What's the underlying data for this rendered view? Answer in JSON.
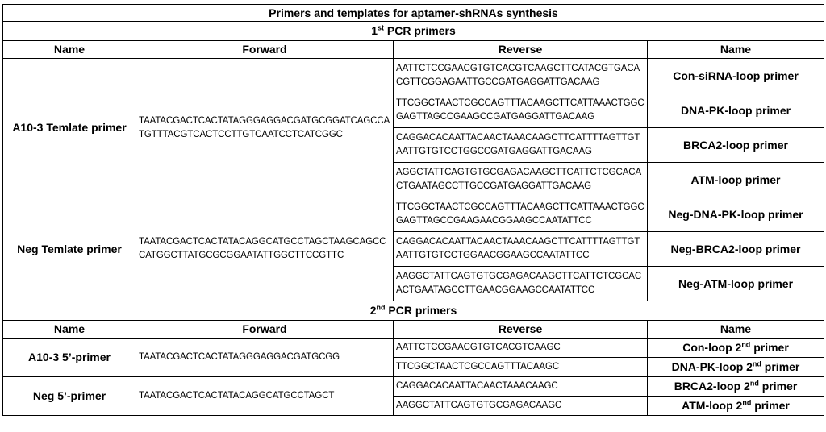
{
  "table": {
    "title": "Primers and templates for aptamer-shRNAs synthesis",
    "headers": [
      "Name",
      "Forward",
      "Reverse",
      "Name"
    ],
    "pcr1": {
      "section_num": "1",
      "section_sup": "st",
      "section_text": " PCR primers",
      "groups": [
        {
          "name": "A10-3 Temlate primer",
          "forward": "TAATACGACTCACTATAGGGAGGACGATGCGGATCAGCCATGTTTACGTCACTCCTTGTCAATCCTCATCGGC",
          "rows": [
            {
              "reverse": "AATTCTCCGAACGTGTCACGTCAAGCTTCATACGTGACACGTTCGGAGAATTGCCGATGAGGATTGACAAG",
              "name": "Con-siRNA-loop primer"
            },
            {
              "reverse": "TTCGGCTAACTCGCCAGTTTACAAGCTTCATTAAACTGGCGAGTTAGCCGAAGCCGATGAGGATTGACAAG",
              "name": "DNA-PK-loop primer"
            },
            {
              "reverse": "CAGGACACAATTACAACTAAACAAGCTTCATTTTAGTTGTAATTGTGTCCTGGCCGATGAGGATTGACAAG",
              "name": "BRCA2-loop primer"
            },
            {
              "reverse": "AGGCTATTCAGTGTGCGAGACAAGCTTCATTCTCGCACACTGAATAGCCTTGCCGATGAGGATTGACAAG",
              "name": "ATM-loop primer"
            }
          ]
        },
        {
          "name": "Neg Temlate primer",
          "forward": "TAATACGACTCACTATACAGGCATGCCTAGCTAAGCAGCCCATGGCTTATGCGCGGAATATTGGCTTCCGTTC",
          "rows": [
            {
              "reverse": "TTCGGCTAACTCGCCAGTTTACAAGCTTCATTAAACTGGCGAGTTAGCCGAAGAACGGAAGCCAATATTCC",
              "name": "Neg-DNA-PK-loop primer"
            },
            {
              "reverse": "CAGGACACAATTACAACTAAACAAGCTTCATTTTAGTTGTAATTGTGTCCTGGAACGGAAGCCAATATTCC",
              "name": "Neg-BRCA2-loop primer"
            },
            {
              "reverse": "AAGGCTATTCAGTGTGCGAGACAAGCTTCATTCTCGCACACTGAATAGCCTTGAACGGAAGCCAATATTCC",
              "name": "Neg-ATM-loop primer"
            }
          ]
        }
      ]
    },
    "pcr2": {
      "section_num": "2",
      "section_sup": "nd",
      "section_text": " PCR primers",
      "groups": [
        {
          "name": "A10-3 5’-primer",
          "forward": "TAATACGACTCACTATAGGGAGGACGATGCGG",
          "rows": [
            {
              "reverse": "AATTCTCCGAACGTGTCACGTCAAGC",
              "name_pre": "Con-loop 2",
              "name_sup": "nd",
              "name_post": " primer"
            },
            {
              "reverse": "TTCGGCTAACTCGCCAGTTTACAAGC",
              "name_pre": "DNA-PK-loop 2",
              "name_sup": "nd",
              "name_post": " primer"
            }
          ]
        },
        {
          "name": "Neg 5’-primer",
          "forward": "TAATACGACTCACTATACAGGCATGCCTAGCT",
          "rows": [
            {
              "reverse": "CAGGACACAATTACAACTAAACAAGC",
              "name_pre": "BRCA2-loop 2",
              "name_sup": "nd",
              "name_post": " primer"
            },
            {
              "reverse": "AAGGCTATTCAGTGTGCGAGACAAGC",
              "name_pre": "ATM-loop 2",
              "name_sup": "nd",
              "name_post": " primer"
            }
          ]
        }
      ]
    }
  }
}
